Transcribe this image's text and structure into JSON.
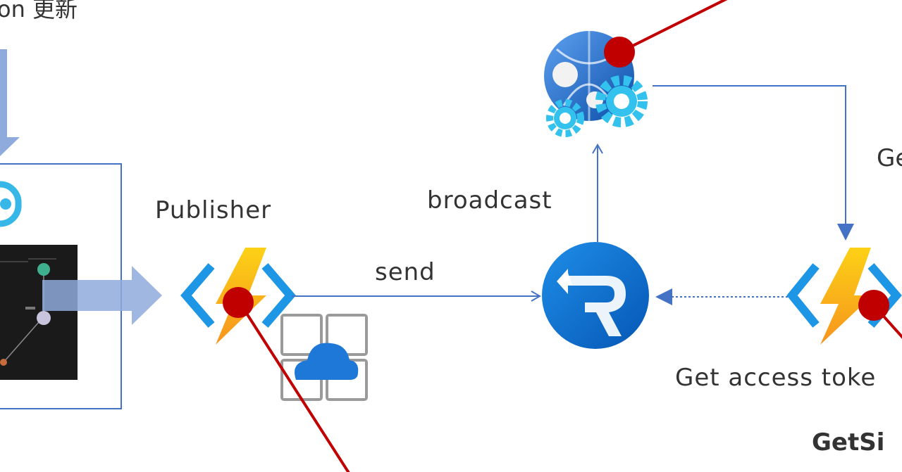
{
  "labels": {
    "top_left": "on 更新",
    "publisher": "Publisher",
    "broadcast": "broadcast",
    "send": "send",
    "right_top": "Ge",
    "get_access_token": "Get access toke",
    "bottom_right": "GetSi"
  },
  "icons": {
    "publisher_function": "azure-function-icon",
    "cloud_grid": "cloud-service-grid-icon",
    "signalr": "signalr-service-icon",
    "web_app": "web-app-gears-icon",
    "right_function": "azure-function-icon"
  },
  "colors": {
    "arrow_blue": "#4472c4",
    "fat_arrow": "#8faadc",
    "red_line": "#c00000",
    "function_blue": "#0078d4",
    "function_bolt": "#fcd116",
    "signalr_blue": "#0a64c8",
    "dark_panel": "#1a1a1a"
  }
}
